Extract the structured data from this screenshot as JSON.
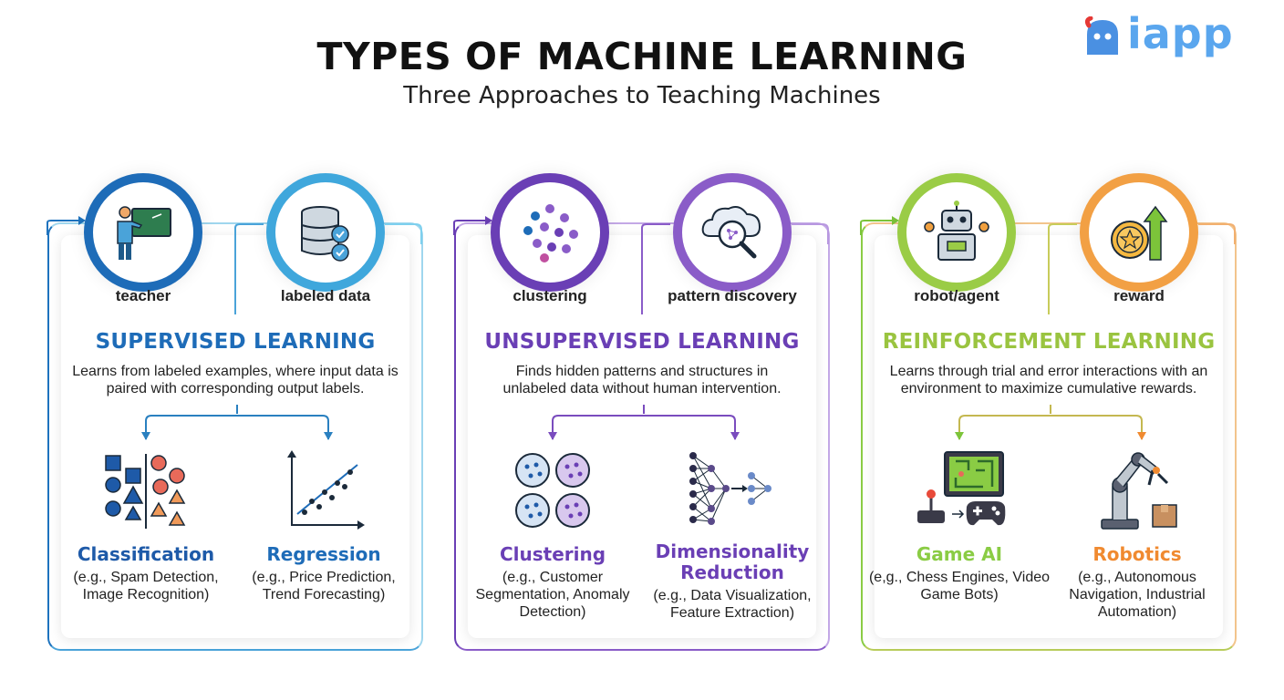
{
  "header": {
    "title": "TYPES OF MACHINE LEARNING",
    "subtitle": "Three Approaches to Teaching Machines",
    "logo_text": "iapp"
  },
  "colors": {
    "supervised": "#1e73be",
    "supervised_light": "#5cc8e8",
    "unsupervised": "#6a3fb5",
    "unsupervised_light": "#a67fd8",
    "reinforcement": "#7cc43a",
    "reinforcement_light": "#f08a30"
  },
  "sections": [
    {
      "circle_labels": [
        "teacher",
        "labeled data"
      ],
      "heading": "SUPERVISED LEARNING",
      "description": "Learns from labeled examples, where input data is paired with corresponding output labels.",
      "subtypes": [
        {
          "title": "Classification",
          "detail": "(e.g., Spam Detection, Image Recognition)"
        },
        {
          "title": "Regression",
          "detail": "(e.g., Price Prediction, Trend Forecasting)"
        }
      ]
    },
    {
      "circle_labels": [
        "clustering",
        "pattern discovery"
      ],
      "heading": "UNSUPERVISED LEARNING",
      "description": "Finds hidden patterns and structures in unlabeled data without human intervention.",
      "subtypes": [
        {
          "title": "Clustering",
          "detail": "(e.g., Customer Segmentation, Anomaly Detection)"
        },
        {
          "title": "Dimensionality Reduction",
          "detail": "(e.g., Data Visualization, Feature Extraction)"
        }
      ]
    },
    {
      "circle_labels": [
        "robot/agent",
        "reward"
      ],
      "heading": "REINFORCEMENT LEARNING",
      "description": "Learns through trial and error interactions with an environment to maximize cumulative rewards.",
      "subtypes": [
        {
          "title": "Game AI",
          "detail": "(e,g., Chess Engines, Video Game Bots)"
        },
        {
          "title": "Robotics",
          "detail": "(e.g., Autonomous Navigation, Industrial Automation)"
        }
      ]
    }
  ]
}
